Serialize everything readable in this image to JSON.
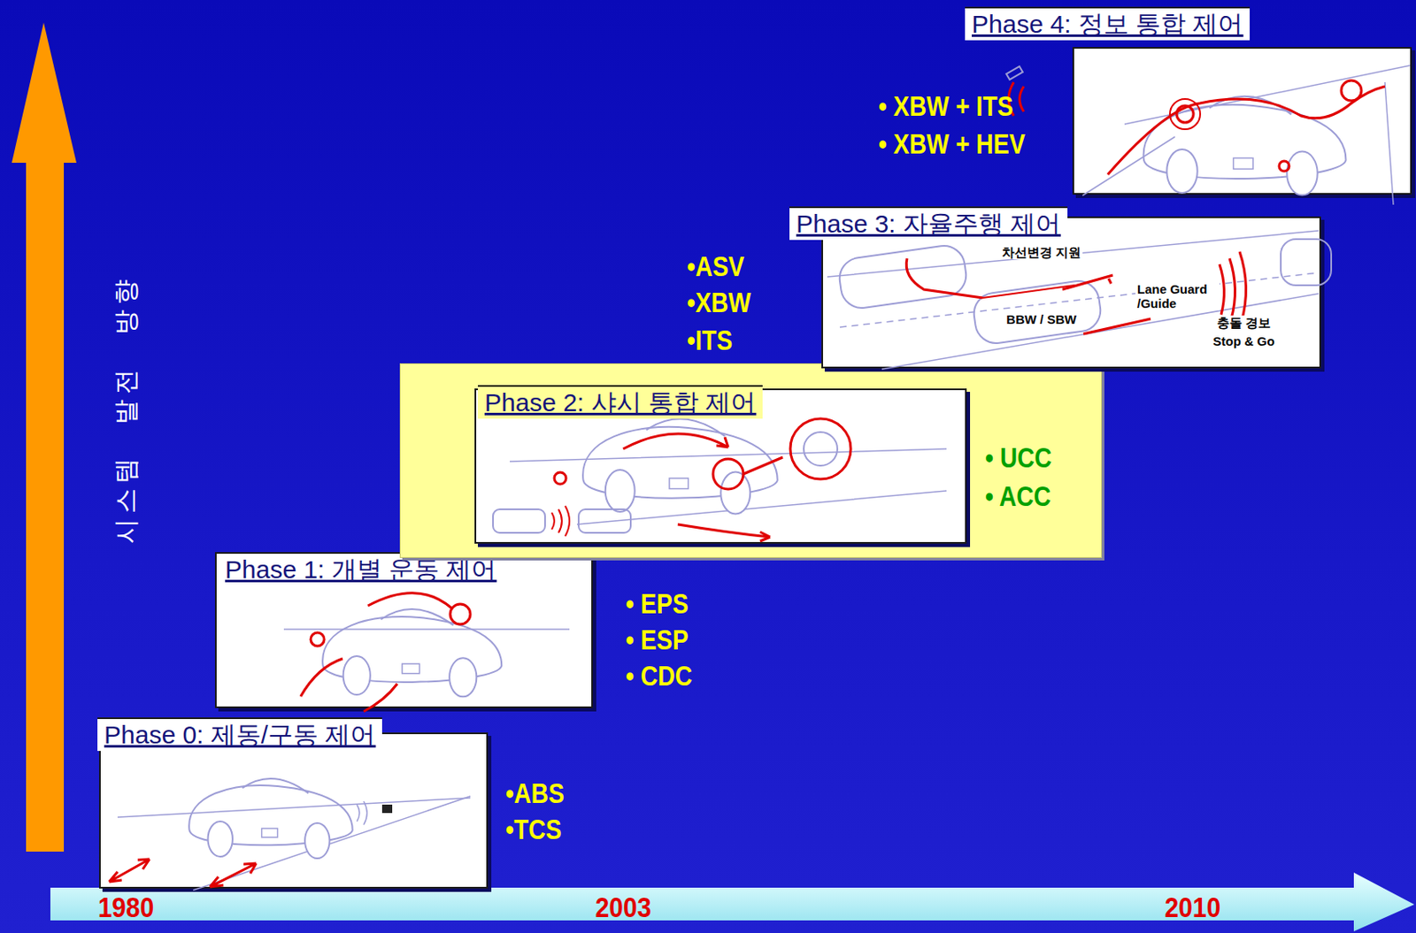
{
  "diagram": {
    "nodes": [
      {
        "text": [
          "Phase 0: 제동/구동 제어"
        ]
      },
      {
        "text": [
          "Phase 1: 개별 운동 제어"
        ]
      },
      {
        "text": [
          "• UCC",
          "• ACC"
        ]
      },
      {
        "text": [
          "Phase 2: 샤시 통합 제어"
        ],
        "in": 2
      },
      {
        "text": [
          "Phase 3: 자율주행 제어"
        ]
      },
      {
        "text": [
          "Phase 4: 정보 통합 제어"
        ]
      }
    ],
    "labels": [
      "시스템 발전 방향",
      "•ABS",
      "•TCS",
      "• EPS",
      "• ESP",
      "• CDC",
      "•ASV",
      "•XBW",
      "•ITS",
      "• XBW + ITS",
      "• XBW + HEV",
      "1980",
      "2003",
      "2010",
      "차선변경 지원",
      "Lane Guard /Guide",
      "BBW / SBW",
      "충돌 경보",
      "Stop & Go"
    ]
  }
}
